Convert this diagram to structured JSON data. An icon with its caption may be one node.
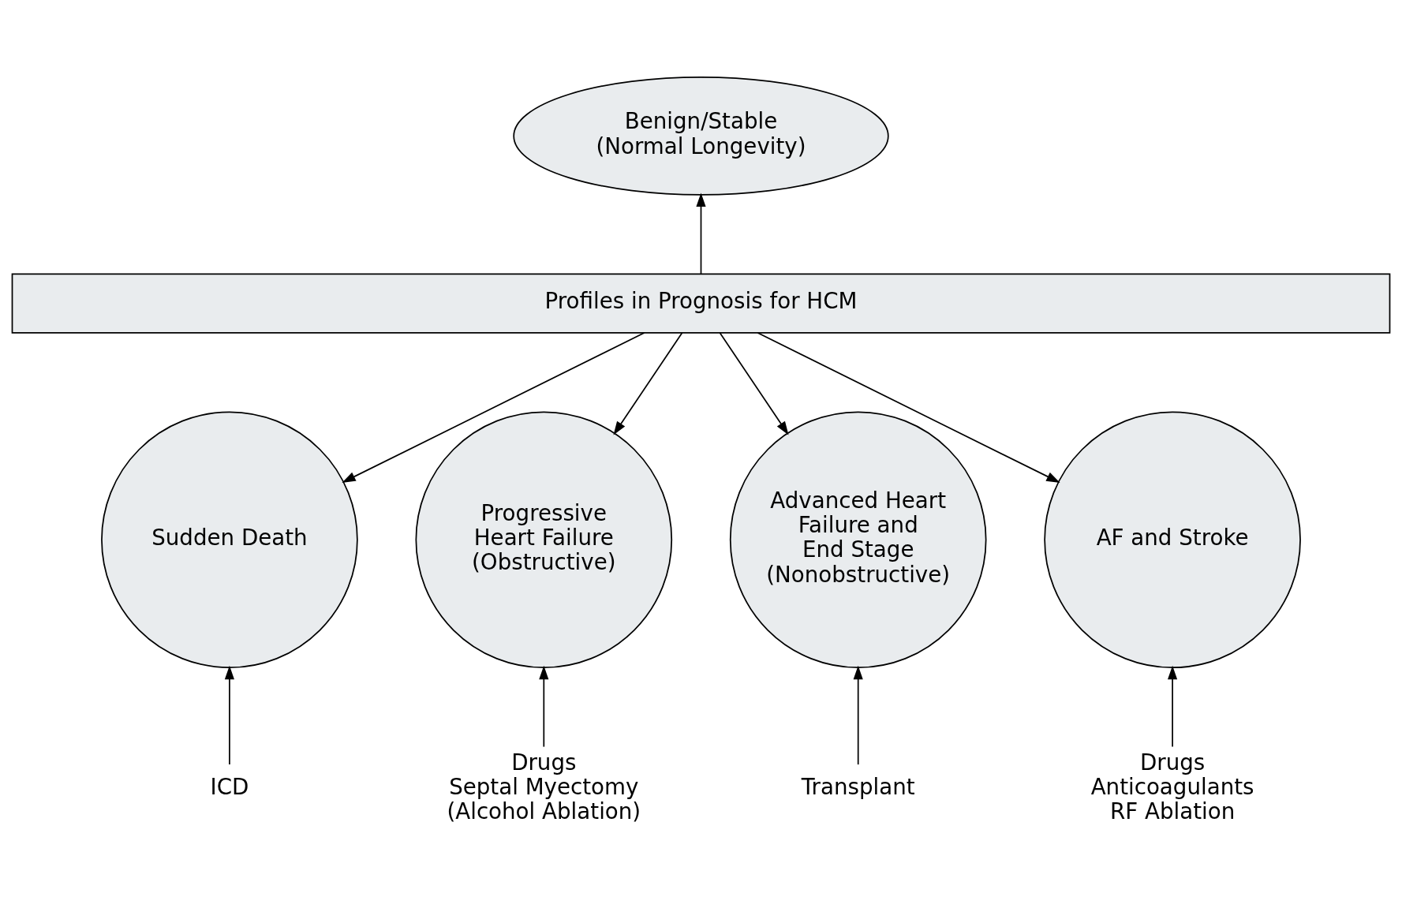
{
  "diagram": {
    "nodes": [
      {
        "text": [
          "Benign/Stable",
          "(Normal Longevity)"
        ]
      },
      {
        "text": [
          "Profiles in Prognosis for HCM"
        ]
      },
      {
        "text": [
          "Sudden Death"
        ]
      },
      {
        "text": [
          "Progressive Heart Failure (Obstructive)"
        ]
      },
      {
        "text": [
          "Advanced Heart Failure and End Stage (Nonobstructive)"
        ]
      },
      {
        "text": [
          "AF and Stroke"
        ]
      },
      {
        "text": [
          "ICD"
        ]
      },
      {
        "text": [
          "Drugs",
          "Septal Myectomy",
          "(Alcohol Ablation)"
        ]
      },
      {
        "text": [
          "Transplant"
        ]
      },
      {
        "text": [
          "Drugs",
          "Anticoagulants",
          "RF Ablation"
        ]
      }
    ],
    "edges": [
      {
        "from": 1,
        "to": 0,
        "arrow": "to"
      },
      {
        "from": 1,
        "to": 2,
        "arrow": "to"
      },
      {
        "from": 1,
        "to": 3,
        "arrow": "to"
      },
      {
        "from": 1,
        "to": 4,
        "arrow": "to"
      },
      {
        "from": 1,
        "to": 5,
        "arrow": "to"
      },
      {
        "from": 6,
        "to": 2,
        "arrow": "to"
      },
      {
        "from": 7,
        "to": 3,
        "arrow": "to"
      },
      {
        "from": 8,
        "to": 4,
        "arrow": "to"
      },
      {
        "from": 9,
        "to": 5,
        "arrow": "to"
      }
    ]
  }
}
